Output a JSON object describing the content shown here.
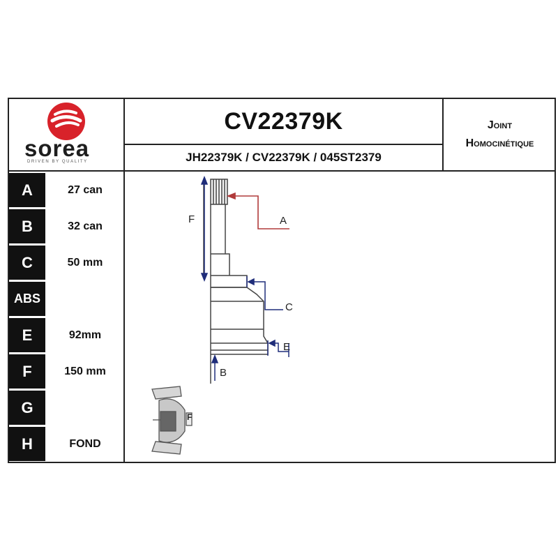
{
  "brand": {
    "name": "sorea",
    "tagline": "DRIVEN BY QUALITY",
    "logo_color": "#d8222a"
  },
  "header": {
    "part_number": "CV22379K",
    "references": "JH22379K / CV22379K / 045ST2379",
    "type_line1": "Joint",
    "type_line2": "Homocinétique"
  },
  "specs": [
    {
      "key": "A",
      "value": "27 can"
    },
    {
      "key": "B",
      "value": "32 can"
    },
    {
      "key": "C",
      "value": "50 mm"
    },
    {
      "key": "ABS",
      "value": ""
    },
    {
      "key": "E",
      "value": "92mm"
    },
    {
      "key": "F",
      "value": "150 mm"
    },
    {
      "key": "G",
      "value": ""
    },
    {
      "key": "H",
      "value": "FOND"
    }
  ],
  "diagram": {
    "labels": {
      "a": "A",
      "b": "B",
      "c": "C",
      "e": "E",
      "f": "F",
      "fit_f": "F"
    }
  }
}
